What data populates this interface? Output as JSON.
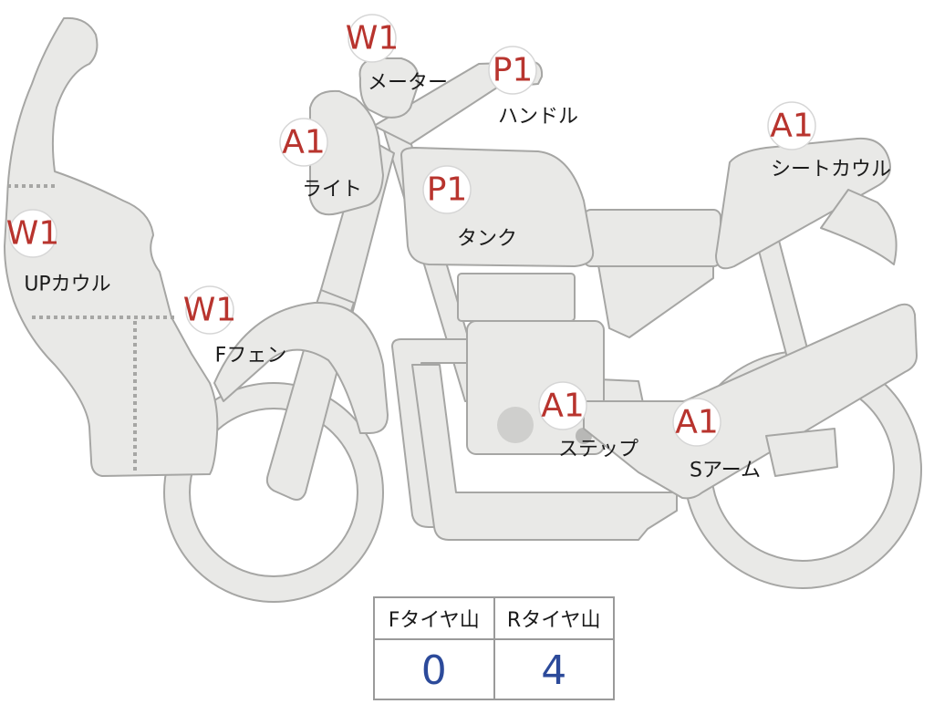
{
  "parts": {
    "meter": {
      "code": "W1",
      "label": "メーター"
    },
    "handle": {
      "code": "P1",
      "label": "ハンドル"
    },
    "light": {
      "code": "A1",
      "label": "ライト"
    },
    "tank": {
      "code": "P1",
      "label": "タンク"
    },
    "seat_cowl": {
      "code": "A1",
      "label": "シートカウル"
    },
    "up_cowl": {
      "code": "W1",
      "label": "UPカウル"
    },
    "f_fender": {
      "code": "W1",
      "label": "Fフェン"
    },
    "step": {
      "code": "A1",
      "label": "ステップ"
    },
    "s_arm": {
      "code": "A1",
      "label": "Sアーム"
    }
  },
  "tire_table": {
    "headers": [
      "Fタイヤ山",
      "Rタイヤ山"
    ],
    "values": [
      "0",
      "4"
    ],
    "value_color": "#2c4a9a"
  },
  "colors": {
    "code_text": "#b8342e",
    "part_fill": "#e9e9e7",
    "part_stroke": "#a6a6a4"
  }
}
